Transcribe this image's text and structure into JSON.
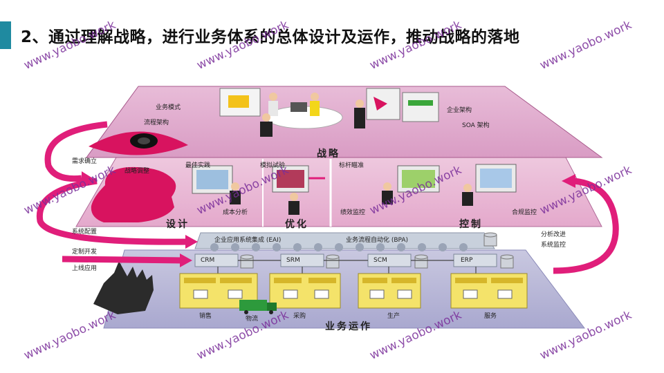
{
  "title": "2、通过理解战略，进行业务体系的总体设计及运作，推动战略的落地",
  "watermark": "www.yaobo.work",
  "layers": {
    "strategy": {
      "name": "战略",
      "left_items": [
        "业务模式",
        "流程架构"
      ],
      "right_items": [
        "企业架构",
        "SOA 架构"
      ]
    },
    "design": {
      "design": "设计",
      "optimize": "优化",
      "control": "控制",
      "items": [
        "最佳实践",
        "模拟试验",
        "成本分析",
        "标杆瞄准",
        "绩效监控",
        "合规监控"
      ]
    },
    "integration": {
      "eai": "企业应用系统集成 (EAI)",
      "bpa": "业务流程自动化 (BPA)",
      "systems": [
        "CRM",
        "SRM",
        "SCM",
        "ERP"
      ]
    },
    "operation": {
      "name": "业务运作",
      "units": [
        "销售",
        "物流",
        "采购",
        "生产",
        "服务"
      ]
    }
  },
  "left_labels": [
    "需求确立",
    "战略调整",
    "系统配置",
    "定制开发",
    "上线应用"
  ],
  "right_labels": [
    "分析改进",
    "系统监控"
  ]
}
